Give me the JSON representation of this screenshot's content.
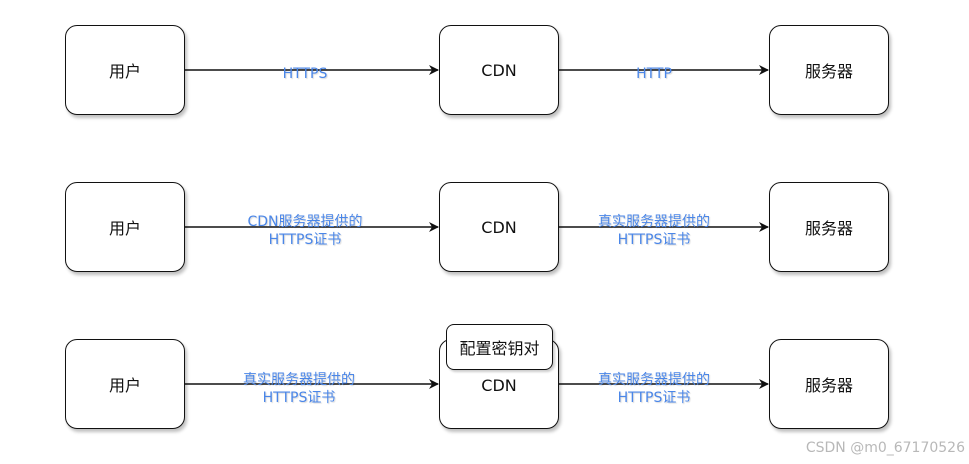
{
  "rows": [
    {
      "user": "用户",
      "cdn": "CDN",
      "server": "服务器",
      "edge1": [
        "HTTPS"
      ],
      "edge2": [
        "HTTP"
      ]
    },
    {
      "user": "用户",
      "cdn": "CDN",
      "server": "服务器",
      "edge1": [
        "CDN服务器提供的",
        "HTTPS证书"
      ],
      "edge2": [
        "真实服务器提供的",
        "HTTPS证书"
      ]
    },
    {
      "user": "用户",
      "cdn": "CDN",
      "server": "服务器",
      "edge1": [
        "真实服务器提供的",
        "HTTPS证书"
      ],
      "edge2": [
        "真实服务器提供的",
        "HTTPS证书"
      ],
      "note": "配置密钥对"
    }
  ],
  "colors": {
    "edge_label": "#4a86e8",
    "stroke": "#111111"
  },
  "watermark": "CSDN @m0_67170526"
}
